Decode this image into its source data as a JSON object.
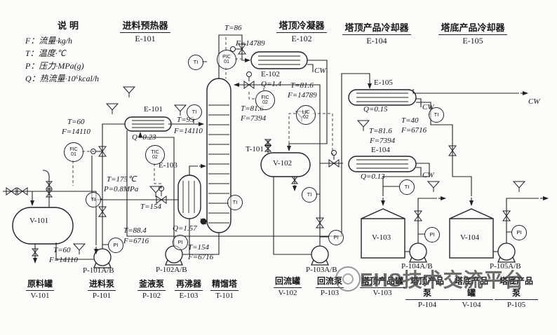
{
  "legend": {
    "title": "说明",
    "items": [
      "F：流量·kg/h",
      "T：温度·℃",
      "P：压力·MPa(g)",
      "Q：热流量·10⁶kcal/h"
    ]
  },
  "headers": [
    {
      "name": "进料预热器",
      "tag": "E-101"
    },
    {
      "name": "塔顶冷凝器",
      "tag": "E-102"
    },
    {
      "name": "塔顶产品冷却器",
      "tag": "E-104"
    },
    {
      "name": "塔底产品冷却器",
      "tag": "E-105"
    }
  ],
  "footers": [
    {
      "name": "原料罐",
      "tag": "V-101"
    },
    {
      "name": "进料泵",
      "tag": "P-101"
    },
    {
      "name": "釜液泵",
      "tag": "P-102"
    },
    {
      "name": "再沸器",
      "tag": "E-103"
    },
    {
      "name": "精馏塔",
      "tag": "T-101"
    },
    {
      "name": "回流罐",
      "tag": "V-102"
    },
    {
      "name": "回流泵",
      "tag": "P-103"
    },
    {
      "name": "塔顶产品罐",
      "tag": "V-103"
    },
    {
      "name": "塔顶产品泵",
      "tag": "P-104"
    },
    {
      "name": "塔底产品罐",
      "tag": "V-104"
    },
    {
      "name": "塔底产品泵",
      "tag": "P-105"
    }
  ],
  "tags": {
    "v101": "V-101",
    "v102": "V-102",
    "v103": "V-103",
    "v104": "V-104",
    "t101": "T-101",
    "e103": "E-103",
    "p101": "P-101A/B",
    "p102": "P-102A/B",
    "p103": "P-103A/B",
    "p104": "P-104A/B",
    "p105": "P-105A/B"
  },
  "ann": {
    "feed_t": "T=60",
    "feed_f": "F=14110",
    "e101_tag": "E-101",
    "e101_q": "Q=0.23",
    "e101_out_t": "T=95",
    "e101_out_f": "F=14110",
    "ovhd_t": "T=86",
    "ovhd_f": "F=14789",
    "e102_tag": "E-102",
    "e102_q": "Q=1.4",
    "e102_cw": "CW",
    "cond_t": "T=81.6",
    "cond_f": "F=14789",
    "reflux_t": "T=81.6",
    "reflux_f": "F=7394",
    "e105_tag": "E-105",
    "e105_q": "Q=0.15",
    "e105_cw": "CW",
    "e105_out_t": "T=40",
    "e105_out_f": "F=6716",
    "cw_ret": "CW",
    "dist_t": "T=81.6",
    "dist_f": "F=7394",
    "e104_tag": "E-104",
    "e104_q": "Q=0.13",
    "e104_cw": "CW",
    "steam_t": "T=175℃",
    "steam_p": "P=0.8MPa",
    "reb_ret_t": "T=154",
    "btm_cool_t": "T=88.4",
    "btm_cool_f": "F=6716",
    "e103_q": "Q=1.57",
    "p102_t": "T=154",
    "p102_f": "F=6716",
    "v101_out_t": "T=60",
    "v101_out_f": "F=14110"
  },
  "instruments": {
    "fic01": {
      "l1": "FIC",
      "l2": "01"
    },
    "tic02": {
      "l1": "TIC",
      "l2": "02"
    },
    "pic01": {
      "l1": "PIC",
      "l2": "01"
    },
    "fic02": {
      "l1": "FIC",
      "l2": "02"
    },
    "lic02": {
      "l1": "LIC",
      "l2": "02"
    },
    "ti": {
      "l1": "TI"
    },
    "pi": {
      "l1": "PI"
    }
  },
  "watermark": {
    "text": "EHS技术交流平台"
  }
}
